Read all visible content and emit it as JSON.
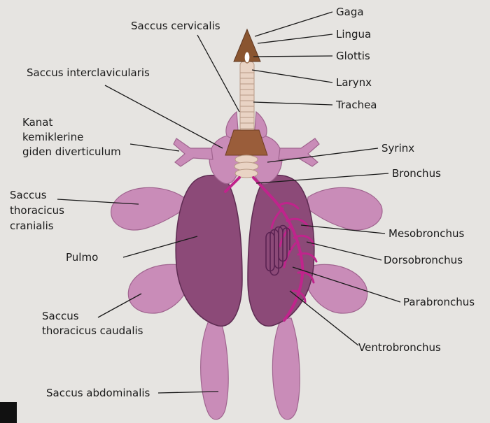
{
  "diagram": {
    "labels": {
      "gaga": "Gaga",
      "lingua": "Lingua",
      "glottis": "Glottis",
      "larynx": "Larynx",
      "trachea": "Trachea",
      "syrinx": "Syrinx",
      "bronchus": "Bronchus",
      "mesobronchus": "Mesobronchus",
      "dorsobronchus": "Dorsobronchus",
      "parabronchus": "Parabronchus",
      "ventrobronchus": "Ventrobronchus",
      "saccus_cervicalis": "Saccus cervicalis",
      "saccus_interclavicularis": "Saccus interclavicularis",
      "kanat_line1": "Kanat",
      "kanat_line2": "kemiklerine",
      "kanat_line3": "giden diverticulum",
      "thoracicus_cranialis_line1": "Saccus",
      "thoracicus_cranialis_line2": "thoracicus",
      "thoracicus_cranialis_line3": "cranialis",
      "pulmo": "Pulmo",
      "thoracicus_caudalis_line1": "Saccus",
      "thoracicus_caudalis_line2": "thoracicus caudalis",
      "saccus_abdominalis": "Saccus abdominalis"
    },
    "colors": {
      "background": "#e6e4e1",
      "air_sac": "#c98cb8",
      "air_sac_edge": "#a0648f",
      "lung": "#8c4a78",
      "lung_edge": "#5e2c52",
      "trachea": "#e9d3c4",
      "trachea_ring": "#b89a86",
      "beak": "#8a5530",
      "bronchi": "#c0248c",
      "parabronchi": "#5a2252",
      "text": "#1a1a1a"
    }
  }
}
